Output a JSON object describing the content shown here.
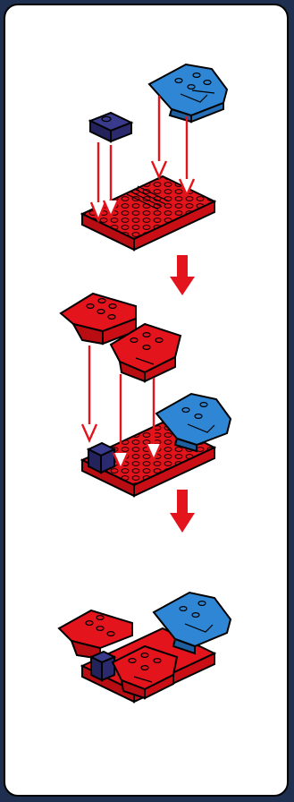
{
  "page": {
    "background": "#1f2f4f",
    "panel_color": "#ffffff",
    "brick_red": "#e3141b",
    "brick_blue": "#2f86d4",
    "brick_navy": "#2b2a6e",
    "arrow_red": "#e3141b"
  },
  "steps": [
    {
      "step": 1,
      "icons": [
        "red-plate-2x6-icon",
        "blue-wedge-plate-icon",
        "navy-slope-brick-icon",
        "placement-arrow-icon"
      ]
    },
    {
      "step": 2,
      "icons": [
        "red-wing-plate-icon",
        "red-wing-bracket-icon",
        "assembled-base-icon",
        "placement-arrow-icon"
      ]
    },
    {
      "step": 3,
      "icons": [
        "finished-ship-icon"
      ]
    }
  ],
  "transition_icons": [
    "down-arrow-icon",
    "down-arrow-icon"
  ]
}
